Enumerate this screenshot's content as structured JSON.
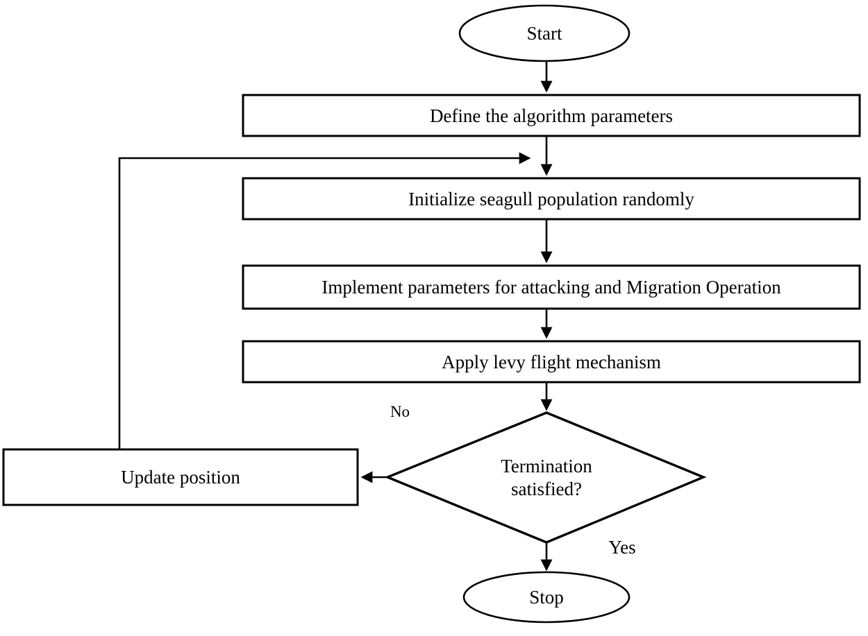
{
  "diagram": {
    "nodes": {
      "start": "Start",
      "define": "Define the algorithm parameters",
      "initialize": "Initialize seagull population randomly",
      "implement": "Implement parameters for attacking and Migration Operation",
      "levy": "Apply levy flight mechanism",
      "termination_line1": "Termination",
      "termination_line2": "satisfied?",
      "update": "Update position",
      "stop": "Stop"
    },
    "edge_labels": {
      "no": "No",
      "yes": "Yes"
    },
    "colors": {
      "stroke": "#000000",
      "fill": "#ffffff"
    }
  }
}
